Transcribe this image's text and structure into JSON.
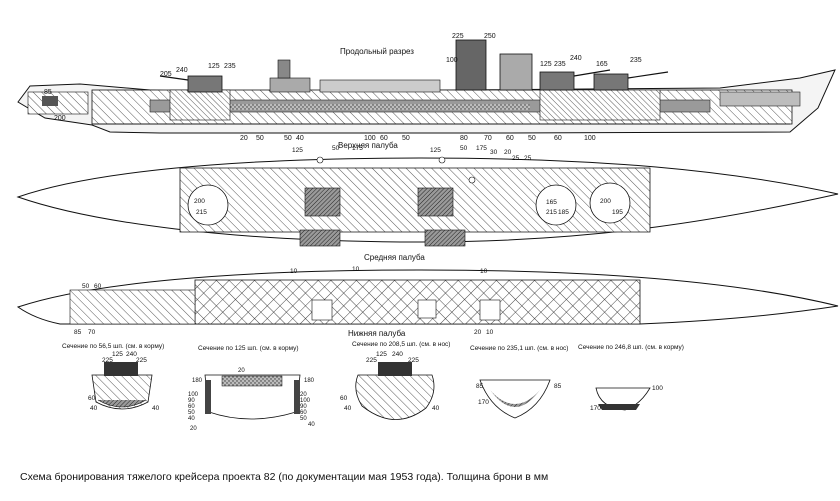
{
  "titles": {
    "longitudinal": "Продольный разрез",
    "upper_deck": "Верхняя палуба",
    "middle_deck": "Средняя палуба",
    "lower_deck": "Нижняя палуба"
  },
  "caption": "Схема бронирования тяжелого крейсера проекта 82 (по документации мая 1953 года). Толщина брони в мм",
  "sections": [
    "Сечение по 56,5 шп. (см. в корму)",
    "Сечение по 125 шп. (см. в корму)",
    "Сечение по 208,5 шп. (см. в нос)",
    "Сечение по 235,1 шп. (см. в нос)",
    "Сечение по 246,8 шп. (см. в корму)"
  ],
  "side_labels": [
    "225",
    "250",
    "240",
    "125",
    "235",
    "165",
    "235",
    "205",
    "240",
    "125",
    "235",
    "100",
    "85",
    "200"
  ],
  "bottom_labels": [
    "20",
    "50",
    "50",
    "40",
    "100",
    "60",
    "50",
    "80",
    "70",
    "60",
    "50",
    "60",
    "100"
  ],
  "upper_deck_labels": [
    "125",
    "50",
    "175",
    "125",
    "50",
    "175",
    "30",
    "20",
    "25",
    "25",
    "200",
    "215",
    "165",
    "215",
    "185",
    "200",
    "195"
  ],
  "lower_deck_labels": [
    "50",
    "60",
    "10",
    "10",
    "10",
    "85",
    "70",
    "20",
    "10"
  ],
  "sec1_labels": [
    "125",
    "240",
    "225",
    "225",
    "60",
    "40",
    "40"
  ],
  "sec2_labels": [
    "20",
    "180",
    "180",
    "100",
    "90",
    "60",
    "50",
    "40",
    "20",
    "100",
    "90",
    "60",
    "50",
    "40",
    "20"
  ],
  "sec3_labels": [
    "125",
    "240",
    "225",
    "225",
    "60",
    "40",
    "40"
  ],
  "sec4_labels": [
    "85",
    "85",
    "170"
  ],
  "sec5_labels": [
    "100",
    "170"
  ]
}
